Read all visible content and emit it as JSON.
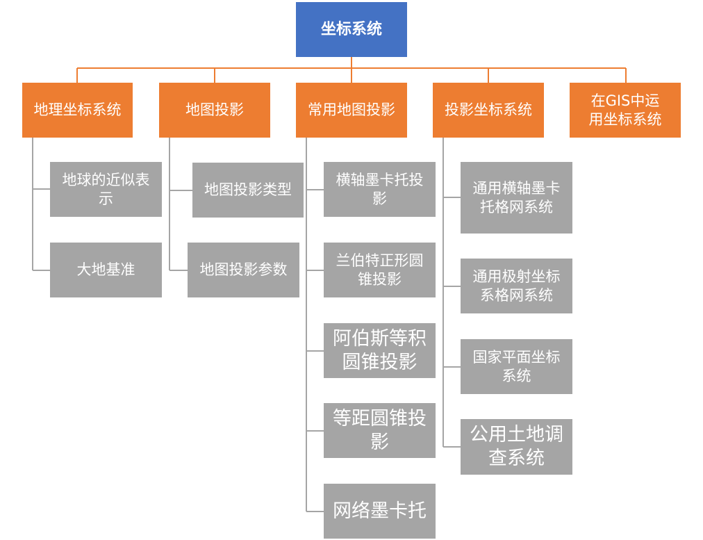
{
  "root": {
    "label": "坐标系统"
  },
  "categories": [
    {
      "label": "地理坐标系统",
      "children": [
        "地球的近似表示",
        "大地基准"
      ]
    },
    {
      "label": "地图投影",
      "children": [
        "地图投影类型",
        "地图投影参数"
      ]
    },
    {
      "label": "常用地图投影",
      "children": [
        "横轴墨卡托投影",
        "兰伯特正形圆锥投影",
        "阿伯斯等积圆锥投影",
        "等距圆锥投影",
        "网络墨卡托"
      ]
    },
    {
      "label": "投影坐标系统",
      "children": [
        "通用横轴墨卡托格网系统",
        "通用极射坐标系格网系统",
        "国家平面坐标系统",
        "公用土地调查系统"
      ]
    },
    {
      "label": "在GIS中运用坐标系统",
      "children": []
    }
  ],
  "colors": {
    "root": "#4472C4",
    "category": "#ED7D31",
    "leaf": "#A5A5A5",
    "connector_orange": "#ED7D31",
    "connector_gray": "#A5A5A5"
  }
}
